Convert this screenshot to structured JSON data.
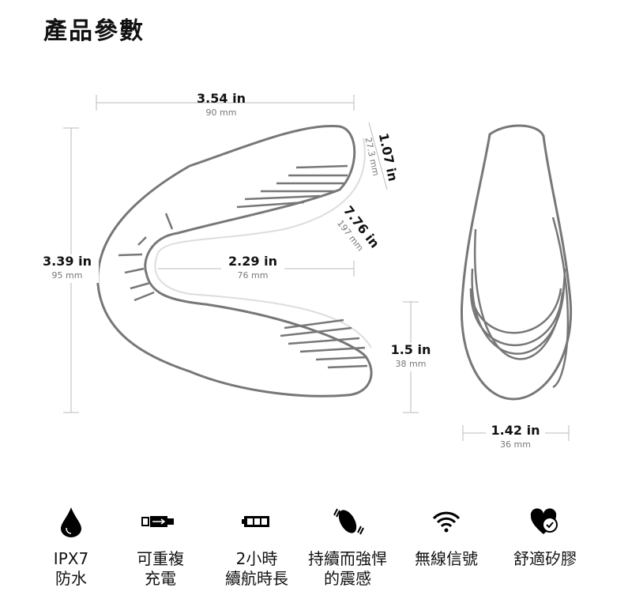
{
  "title": "產品參數",
  "dimensions": {
    "width": {
      "in": "3.54 in",
      "mm": "90 mm"
    },
    "thickness": {
      "in": "1.07 in",
      "mm": "27.3 mm"
    },
    "length": {
      "in": "7.76 in",
      "mm": "197 mm"
    },
    "height": {
      "in": "3.39 in",
      "mm": "95 mm"
    },
    "gap": {
      "in": "2.29 in",
      "mm": "76 mm"
    },
    "lower": {
      "in": "1.5 in",
      "mm": "38 mm"
    },
    "side_width": {
      "in": "1.42 in",
      "mm": "36 mm"
    }
  },
  "features": [
    {
      "icon": "water-drop-icon",
      "label": "IPX7\n防水"
    },
    {
      "icon": "usb-charge-icon",
      "label": "可重複\n充電"
    },
    {
      "icon": "battery-icon",
      "label": "2小時\n續航時長"
    },
    {
      "icon": "vibration-icon",
      "label": "持續而強悍\n的震感"
    },
    {
      "icon": "wireless-icon",
      "label": "無線信號"
    },
    {
      "icon": "heart-check-icon",
      "label": "舒適矽膠"
    }
  ]
}
